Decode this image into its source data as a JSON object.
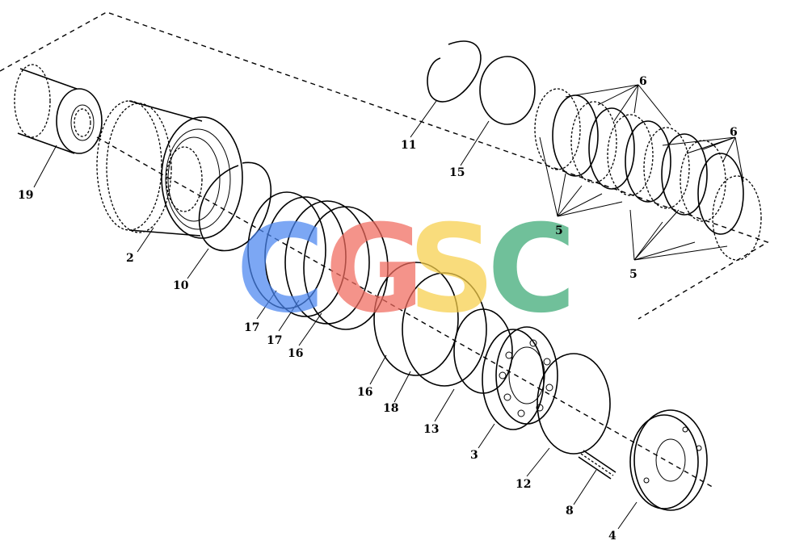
{
  "watermark": {
    "letters": [
      {
        "char": "C",
        "color": "#4a86f0"
      },
      {
        "char": "G",
        "color": "#f06a5e"
      },
      {
        "char": "S",
        "color": "#f7cf4a"
      },
      {
        "char": "C",
        "color": "#3aa874"
      }
    ]
  },
  "callouts": {
    "p19": "19",
    "p2": "2",
    "p10": "10",
    "p17a": "17",
    "p17b": "17",
    "p16a": "16",
    "p16b": "16",
    "p18": "18",
    "p13": "13",
    "p3": "3",
    "p12": "12",
    "p8": "8",
    "p4": "4",
    "p11": "11",
    "p15": "15",
    "p6a": "6",
    "p6b": "6",
    "p5a": "5",
    "p5b": "5"
  }
}
